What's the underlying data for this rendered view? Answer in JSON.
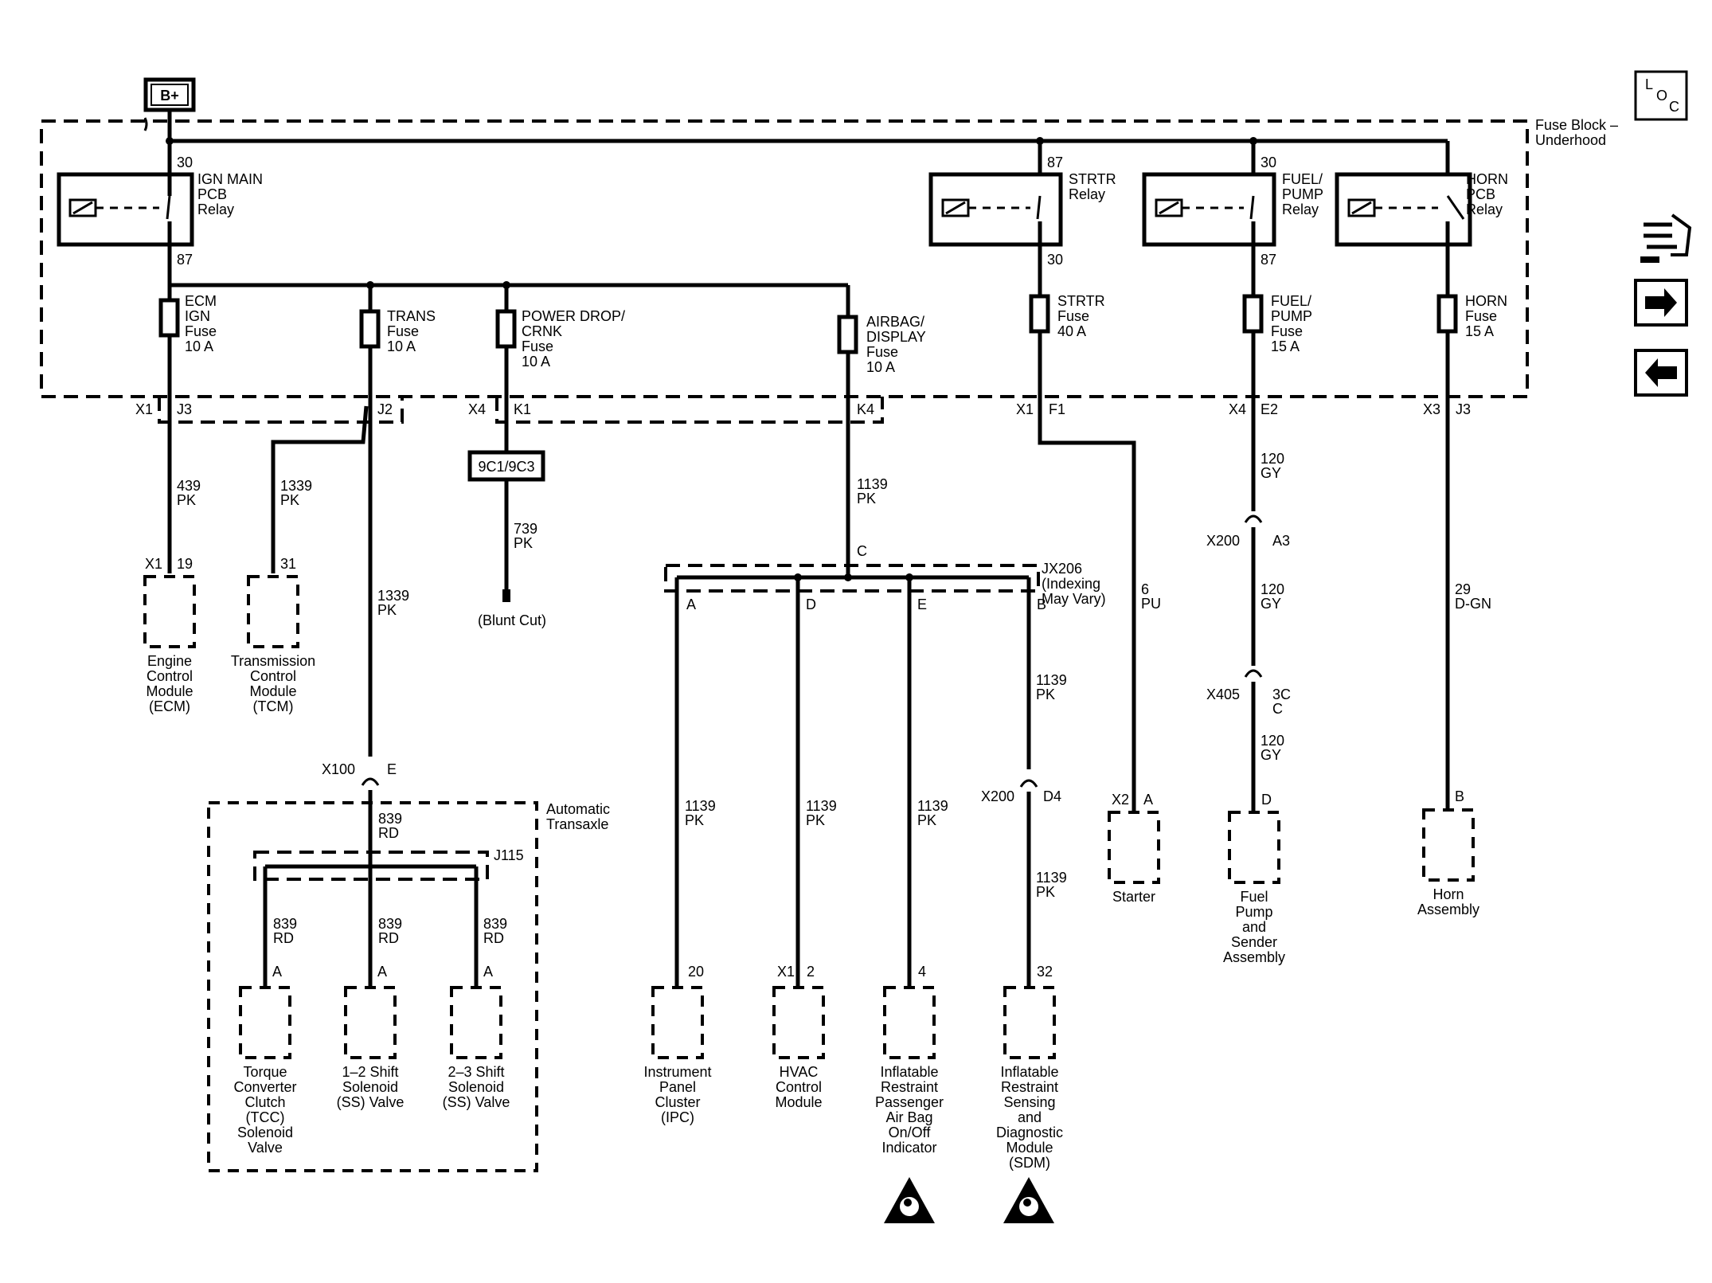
{
  "bplus": "B+",
  "fuse_block": {
    "line1": "Fuse Block –",
    "line2": "Underhood"
  },
  "loc": {
    "l": "L",
    "o": "O",
    "c": "C"
  },
  "relays": {
    "ign": {
      "l1": "IGN MAIN",
      "l2": "PCB",
      "l3": "Relay",
      "top": "30",
      "bot": "87"
    },
    "strtr": {
      "l1": "STRTR",
      "l2": "Relay",
      "top": "87",
      "bot": "30"
    },
    "fuel": {
      "l1": "FUEL/",
      "l2": "PUMP",
      "l3": "Relay",
      "top": "30",
      "bot": "87"
    },
    "horn": {
      "l1": "HORN",
      "l2": "PCB",
      "l3": "Relay"
    }
  },
  "fuses": {
    "ecm": [
      "ECM",
      "IGN",
      "Fuse",
      "10 A"
    ],
    "trans": [
      "TRANS",
      "Fuse",
      "10 A"
    ],
    "power": [
      "POWER DROP/",
      "CRNK",
      "Fuse",
      "10 A"
    ],
    "airbag": [
      "AIRBAG/",
      "DISPLAY",
      "Fuse",
      "10 A"
    ],
    "strtr": [
      "STRTR",
      "Fuse",
      "40 A"
    ],
    "fuel": [
      "FUEL/",
      "PUMP",
      "Fuse",
      "15 A"
    ],
    "horn": [
      "HORN",
      "Fuse",
      "15 A"
    ]
  },
  "connectors": {
    "x1a": "X1",
    "j3": "J3",
    "j2": "J2",
    "x4a": "X4",
    "k1": "K1",
    "k4": "K4",
    "x1b": "X1",
    "f1": "F1",
    "x4b": "X4",
    "e2": "E2",
    "x3": "X3",
    "j3b": "J3"
  },
  "wires": {
    "w439": [
      "439",
      "PK"
    ],
    "w1339a": [
      "1339",
      "PK"
    ],
    "w1339b": [
      "1339",
      "PK"
    ],
    "w739": [
      "739",
      "PK"
    ],
    "w1139a": [
      "1139",
      "PK"
    ],
    "w6": [
      "6",
      "PU"
    ],
    "w120a": [
      "120",
      "GY"
    ],
    "w120b": [
      "120",
      "GY"
    ],
    "w120c": [
      "120",
      "GY"
    ],
    "w29": [
      "29",
      "D-GN"
    ],
    "w839a": [
      "839",
      "RD"
    ],
    "w839b": [
      "839",
      "RD"
    ],
    "w839c": [
      "839",
      "RD"
    ],
    "w839d": [
      "839",
      "RD"
    ],
    "w1139b": [
      "1139",
      "PK"
    ],
    "w1139c": [
      "1139",
      "PK"
    ],
    "w1139d": [
      "1139",
      "PK"
    ],
    "w1139e": [
      "1139",
      "PK"
    ],
    "w1139f": [
      "1139",
      "PK"
    ]
  },
  "splice_box": "9C1/9C3",
  "blunt_cut": "(Blunt Cut)",
  "jx206": {
    "c": "C",
    "name": "JX206",
    "note1": "(Indexing",
    "note2": "May Vary)",
    "a": "A",
    "d": "D",
    "e": "E",
    "b": "B"
  },
  "j115": "J115",
  "inline": {
    "x100": "X100",
    "x100pin": "E",
    "x200a": "X200",
    "x200apin": "A3",
    "x405": "X405",
    "x405pin1": "3C",
    "x405pin2": "C",
    "x200b": "X200",
    "x200bpin": "D4"
  },
  "auto_trans": [
    "Automatic",
    "Transaxle"
  ],
  "components": {
    "ecm": {
      "conn": "X1",
      "pin": "19",
      "label": [
        "Engine",
        "Control",
        "Module",
        "(ECM)"
      ]
    },
    "tcm": {
      "pin": "31",
      "label": [
        "Transmission",
        "Control",
        "Module",
        "(TCM)"
      ]
    },
    "tcc": {
      "pin": "A",
      "label": [
        "Torque",
        "Converter",
        "Clutch",
        "(TCC)",
        "Solenoid",
        "Valve"
      ]
    },
    "ss12": {
      "pin": "A",
      "label": [
        "1–2 Shift",
        "Solenoid",
        "(SS) Valve"
      ]
    },
    "ss23": {
      "pin": "A",
      "label": [
        "2–3 Shift",
        "Solenoid",
        "(SS) Valve"
      ]
    },
    "ipc": {
      "pin": "20",
      "label": [
        "Instrument",
        "Panel",
        "Cluster",
        "(IPC)"
      ]
    },
    "hvac": {
      "conn": "X1",
      "pin": "2",
      "label": [
        "HVAC",
        "Control",
        "Module"
      ]
    },
    "pass": {
      "pin": "4",
      "label": [
        "Inflatable",
        "Restraint",
        "Passenger",
        "Air Bag",
        "On/Off",
        "Indicator"
      ]
    },
    "sdm": {
      "pin": "32",
      "label": [
        "Inflatable",
        "Restraint",
        "Sensing",
        "and",
        "Diagnostic",
        "Module",
        "(SDM)"
      ]
    },
    "starter": {
      "conn": "X2",
      "pin": "A",
      "label": [
        "Starter"
      ]
    },
    "fuelpump": {
      "pin": "D",
      "label": [
        "Fuel",
        "Pump",
        "and",
        "Sender",
        "Assembly"
      ]
    },
    "horn": {
      "pin": "B",
      "label": [
        "Horn",
        "Assembly"
      ]
    }
  }
}
